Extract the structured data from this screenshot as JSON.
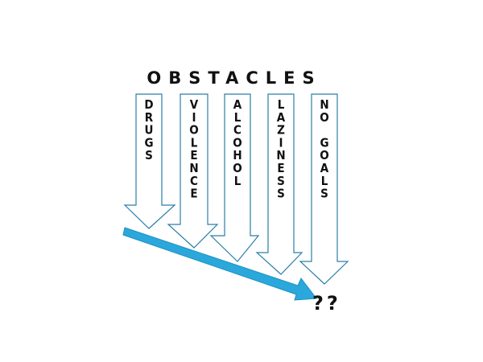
{
  "diagram": {
    "title": "OBSTACLES",
    "obstacles": [
      {
        "label": "DRUGS"
      },
      {
        "label": "VIOLENCE"
      },
      {
        "label": "ALCOHOL"
      },
      {
        "label": "LAZINESS"
      },
      {
        "label": "NO GOALS"
      }
    ],
    "result": "??",
    "colors": {
      "arrow_outline": "#2a7fa8",
      "trend_arrow": "#2aa8dc",
      "text": "#111111",
      "background": "#ffffff"
    }
  }
}
